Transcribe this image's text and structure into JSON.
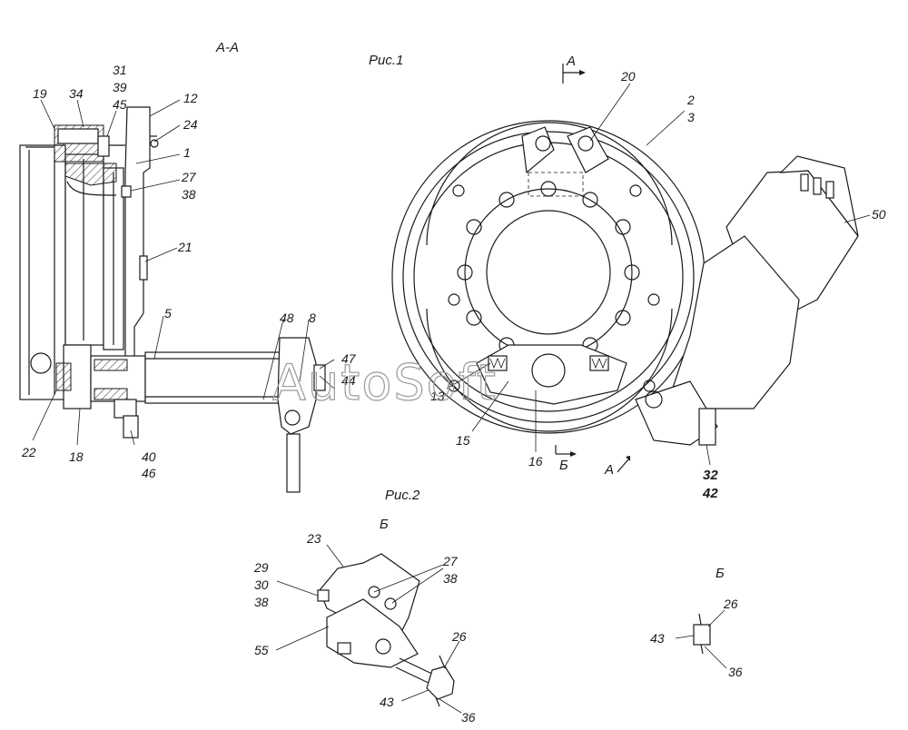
{
  "titles": {
    "section_aa": "А-А",
    "fig1": "Рис.1",
    "fig2": "Рис.2",
    "view_b1": "Б",
    "view_b2": "Б",
    "view_b3": "Б",
    "arrow_a_top": "А",
    "arrow_a_bottom": "А"
  },
  "watermark": "AutoSoft",
  "callouts": {
    "c31": "31",
    "c39": "39",
    "c45": "45",
    "c19": "19",
    "c34": "34",
    "c12": "12",
    "c24": "24",
    "c1": "1",
    "c27a": "27",
    "c38a": "38",
    "c21": "21",
    "c5": "5",
    "c48": "48",
    "c8": "8",
    "c47": "47",
    "c44": "44",
    "c22": "22",
    "c18": "18",
    "c40": "40",
    "c46": "46",
    "c20": "20",
    "c2": "2",
    "c3": "3",
    "c50": "50",
    "c13": "13",
    "c15": "15",
    "c16": "16",
    "c32": "32",
    "c42": "42",
    "c23": "23",
    "c29": "29",
    "c30": "30",
    "c38b": "38",
    "c27b": "27",
    "c38c": "38",
    "c55": "55",
    "c26a": "26",
    "c43a": "43",
    "c36a": "36",
    "c26b": "26",
    "c43b": "43",
    "c36b": "36"
  }
}
